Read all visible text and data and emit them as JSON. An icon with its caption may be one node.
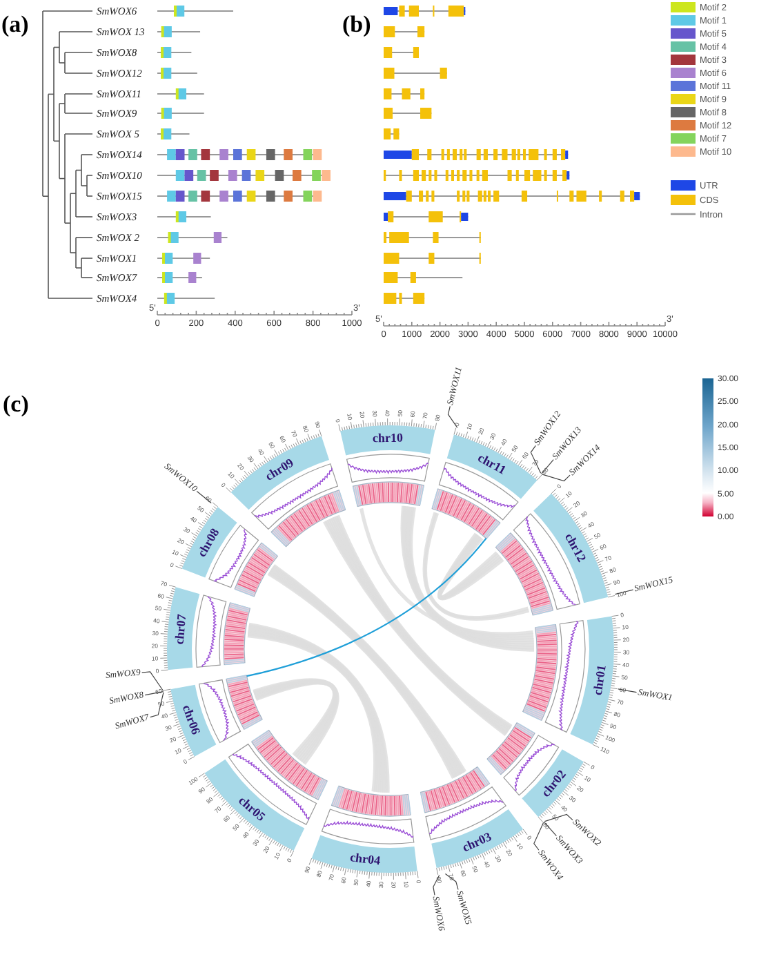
{
  "diagram": {
    "nodes": [
      {
        "text": [
          "chr01"
        ]
      },
      {
        "text": [
          "chr02"
        ]
      },
      {
        "text": [
          "chr03"
        ]
      },
      {
        "text": [
          "chr04"
        ]
      },
      {
        "text": [
          "chr05"
        ]
      },
      {
        "text": [
          "chr06"
        ]
      },
      {
        "text": [
          "chr07"
        ]
      },
      {
        "text": [
          "chr08"
        ]
      },
      {
        "text": [
          "chr09"
        ]
      },
      {
        "text": [
          "chr10"
        ]
      },
      {
        "text": [
          "chr11"
        ]
      },
      {
        "text": [
          "chr12"
        ]
      },
      {
        "text": [
          "SmWOX1"
        ]
      },
      {
        "text": [
          "SmWOX2"
        ]
      },
      {
        "text": [
          "SmWOX3"
        ]
      },
      {
        "text": [
          "SmWOX4"
        ]
      },
      {
        "text": [
          "SmWOX5"
        ]
      },
      {
        "text": [
          "SmWOX6"
        ]
      },
      {
        "text": [
          "SmWOX7"
        ]
      },
      {
        "text": [
          "SmWOX8"
        ]
      },
      {
        "text": [
          "SmWOX9"
        ]
      },
      {
        "text": [
          "SmWOX10"
        ]
      },
      {
        "text": [
          "SmWOX11"
        ]
      },
      {
        "text": [
          "SmWOX12"
        ]
      },
      {
        "text": [
          "SmWOX13"
        ]
      },
      {
        "text": [
          "SmWOX14"
        ]
      },
      {
        "text": [
          "SmWOX15"
        ]
      }
    ],
    "edges": [
      {
        "from": 12,
        "to": 0,
        "arrow": "none"
      },
      {
        "from": 13,
        "to": 1,
        "arrow": "none"
      },
      {
        "from": 14,
        "to": 1,
        "arrow": "none"
      },
      {
        "from": 15,
        "to": 1,
        "arrow": "none"
      },
      {
        "from": 16,
        "to": 2,
        "arrow": "none"
      },
      {
        "from": 17,
        "to": 2,
        "arrow": "none"
      },
      {
        "from": 18,
        "to": 5,
        "arrow": "none"
      },
      {
        "from": 19,
        "to": 5,
        "arrow": "none"
      },
      {
        "from": 20,
        "to": 5,
        "arrow": "none"
      },
      {
        "from": 21,
        "to": 7,
        "arrow": "none"
      },
      {
        "from": 22,
        "to": 10,
        "arrow": "none"
      },
      {
        "from": 23,
        "to": 10,
        "arrow": "none"
      },
      {
        "from": 24,
        "to": 10,
        "arrow": "none"
      },
      {
        "from": 25,
        "to": 10,
        "arrow": "none"
      },
      {
        "from": 26,
        "to": 11,
        "arrow": "none"
      },
      {
        "from": 5,
        "to": 10,
        "arrow": "none",
        "color": "#1f9fd8"
      }
    ],
    "labels": [
      "(a)",
      "(b)",
      "SmWOX6",
      "SmWOX 13",
      "SmWOX8",
      "SmWOX12",
      "SmWOX11",
      "SmWOX9",
      "SmWOX 5",
      "SmWOX14",
      "SmWOX10",
      "SmWOX15",
      "SmWOX3",
      "SmWOX 2",
      "SmWOX1",
      "SmWOX7",
      "SmWOX4",
      "5'",
      "3'",
      "0",
      "200",
      "400",
      "600",
      "800",
      "1000",
      "5'",
      "3'",
      "0",
      "1000",
      "2000",
      "3000",
      "4000",
      "5000",
      "6000",
      "7000",
      "8000",
      "9000",
      "10000",
      "(c)",
      "30.00",
      "25.00",
      "20.00",
      "15.00",
      "10.00",
      "5.00",
      "0.00",
      "0",
      "10",
      "20",
      "30",
      "40",
      "50",
      "60",
      "70",
      "80",
      "90",
      "100",
      "110",
      "0",
      "10",
      "20",
      "30",
      "40",
      "50",
      "60",
      "0",
      "10",
      "20",
      "30",
      "40",
      "50",
      "60",
      "70",
      "80",
      "90",
      "80",
      "70",
      "60",
      "50",
      "40",
      "30",
      "20",
      "10",
      "0",
      "0",
      "10",
      "20",
      "30",
      "40",
      "50",
      "60",
      "70",
      "80",
      "90",
      "100",
      "0",
      "10",
      "20",
      "30",
      "40",
      "50",
      "60",
      "0",
      "10",
      "20",
      "30",
      "40",
      "50",
      "60",
      "70",
      "0",
      "10",
      "20",
      "30",
      "40",
      "50",
      "60",
      "0",
      "10",
      "20",
      "30",
      "40",
      "50",
      "60",
      "70",
      "80",
      "90",
      "0",
      "10",
      "20",
      "30",
      "40",
      "50",
      "60",
      "70",
      "80",
      "0",
      "10",
      "20",
      "30",
      "40",
      "50",
      "60",
      "70",
      "80",
      "0",
      "10",
      "20",
      "30",
      "40",
      "50",
      "60",
      "70",
      "80",
      "90",
      "100"
    ],
    "legend": [
      {
        "text": "Motif 2",
        "color": "#cde61e"
      },
      {
        "text": "Motif 1",
        "color": "#5ec9e6"
      },
      {
        "text": "Motif 5",
        "color": "#6656cc"
      },
      {
        "text": "Motif 4",
        "color": "#66c2a5"
      },
      {
        "text": "Motif 3",
        "color": "#a3363d"
      },
      {
        "text": "Motif 6",
        "color": "#a982cf"
      },
      {
        "text": "Motif 11",
        "color": "#5b74d9"
      },
      {
        "text": "Motif 9",
        "color": "#ead617"
      },
      {
        "text": "Motif 8",
        "color": "#666666"
      },
      {
        "text": "Motif 12",
        "color": "#dd7a40"
      },
      {
        "text": "Motif 7",
        "color": "#84d45c"
      },
      {
        "text": "Motif 10",
        "color": "#fdb98e"
      },
      {
        "text": "UTR",
        "color": "#1e47e6"
      },
      {
        "text": "CDS",
        "color": "#f4c10a"
      },
      {
        "text": "Intron"
      }
    ]
  }
}
